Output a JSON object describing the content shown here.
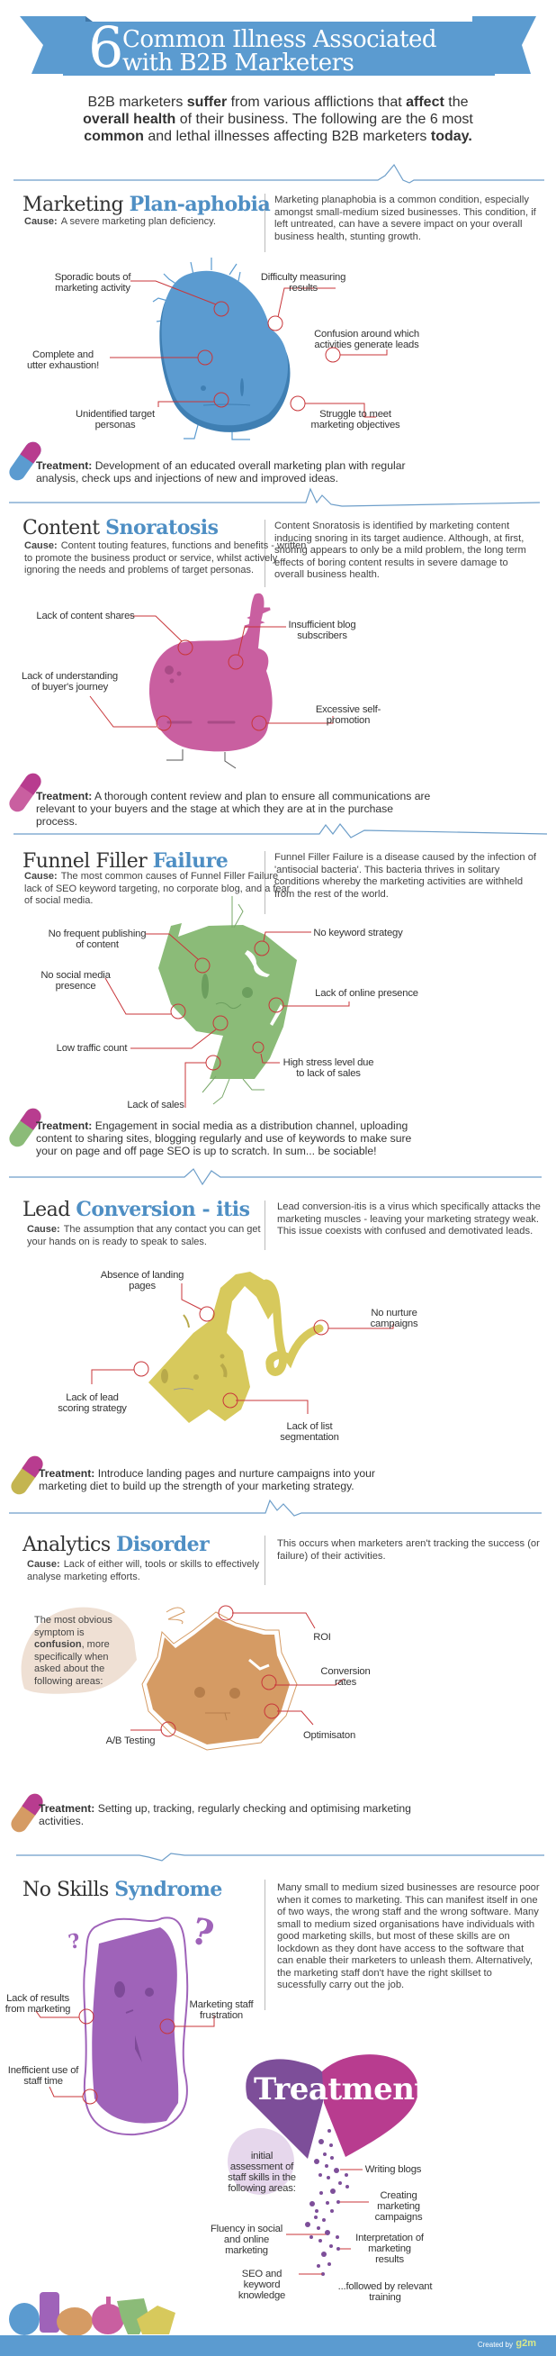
{
  "header": {
    "title_number": "6",
    "title_line1": "Common Illness Associated",
    "title_line2": "with B2B Marketers"
  },
  "intro": {
    "segments": [
      "B2B marketers ",
      "suffer",
      " from various afflictions that ",
      "affect",
      " the ",
      "overall health",
      " of their business. The following are the 6 most ",
      "common",
      " and lethal illnesses affecting B2B marketers ",
      "today."
    ]
  },
  "sections": [
    {
      "title_plain": "Marketing ",
      "title_accent": "Plan-aphobia",
      "cause_label": "Cause:",
      "cause_text": "A severe marketing plan deficiency.",
      "description": "Marketing planaphobia is a common condition, especially amongst small-medium sized businesses. This condition, if left untreated, can have a severe impact on your overall business health, stunting growth.",
      "symptoms": [
        "Sporadic bouts of marketing activity",
        "Difficulty measuring results",
        "Confusion around which activities generate leads",
        "Complete and utter exhaustion!",
        "Unidentified target personas",
        "Struggle to meet marketing objectives"
      ],
      "treatment_label": "Treatment:",
      "treatment_text": "Development of an educated overall marketing plan with regular analysis, check ups and injections of new and improved ideas.",
      "color": "#5b9bd0"
    },
    {
      "title_plain": "Content ",
      "title_accent": "Snoratosis",
      "cause_label": "Cause:",
      "cause_text": "Content touting features, functions and benefits - written to promote the business product or service, whilst actively ignoring the needs and problems of target personas.",
      "description": "Content Snoratosis is identified by marketing content inducing snoring in its target audience. Although, at first, snoring appears to only be a mild problem, the long term effects of boring content results in severe damage to overall business health.",
      "symptoms": [
        "Lack of content shares",
        "Insufficient blog subscribers",
        "Lack of understanding of buyer's journey",
        "Excessive self-promotion"
      ],
      "treatment_label": "Treatment:",
      "treatment_text": "A thorough content review and plan to ensure all communications are relevant to your buyers and the stage at which they are at in the purchase process.",
      "color": "#c95fa0"
    },
    {
      "title_plain": "Funnel Filler ",
      "title_accent": "Failure",
      "cause_label": "Cause:",
      "cause_text": "The most common causes of Funnel Filler Failure lack of SEO keyword targeting, no corporate blog, and a fear of social media.",
      "description": "Funnel Filler Failure is a disease caused by the infection of 'antisocial bacteria'. This bacteria thrives in solitary conditions whereby the marketing activities are withheld from the rest of the world.",
      "symptoms": [
        "No frequent publishing of content",
        "No keyword strategy",
        "No social media presence",
        "Lack of online presence",
        "Low traffic count",
        "High stress level due to lack of sales",
        "Lack of sales"
      ],
      "treatment_label": "Treatment:",
      "treatment_text": "Engagement in social media as a distribution channel, uploading content to sharing sites, blogging regularly and use of keywords to make sure your on page and off page SEO is up to scratch. In sum... be sociable!",
      "color": "#8bbb78"
    },
    {
      "title_plain": "Lead ",
      "title_accent": "Conversion - itis",
      "cause_label": "Cause:",
      "cause_text": "The assumption that any contact you can get your hands on is ready to speak to sales.",
      "description": "Lead conversion-itis is a virus which specifically attacks the marketing muscles - leaving your marketing strategy weak. This issue coexists with confused and demotivated leads.",
      "symptoms": [
        "Absence of landing pages",
        "No nurture campaigns",
        "Lack of lead scoring strategy",
        "Lack of list segmentation"
      ],
      "treatment_label": "Treatment:",
      "treatment_text": "Introduce landing pages and nurture campaigns into your marketing diet to build up the strength of your marketing strategy.",
      "color": "#d7c95c"
    },
    {
      "title_plain": "Analytics ",
      "title_accent": "Disorder",
      "cause_label": "Cause:",
      "cause_text": "Lack of either will, tools or skills to effectively analyse marketing efforts.",
      "description": "This occurs when marketers aren't tracking the success (or failure) of their activities.",
      "bubble_segments": [
        "The most obvious symptom is ",
        "confusion",
        ", more specifically when asked about the following areas:"
      ],
      "symptoms": [
        "ROI",
        "Conversion rates",
        "Optimisaton",
        "A/B Testing"
      ],
      "treatment_label": "Treatment:",
      "treatment_text": "Setting up, tracking, regularly checking and optimising marketing activities.",
      "color": "#d59b64"
    },
    {
      "title_plain": "No Skills ",
      "title_accent": "Syndrome",
      "description": "Many small to medium sized businesses are resource poor when it comes to marketing. This can manifest itself in one of two ways, the wrong staff and the wrong software. Many small to medium sized organisations have individuals with good marketing skills, but most of these skills are on lockdown as they dont have access to the software that can enable their marketers to unleash them. Alternatively, the marketing staff don't have the right skillset to sucessfully carry out the job.",
      "symptoms": [
        "Lack of results from marketing",
        "Marketing staff frustration",
        "Inefficient use of staff time"
      ],
      "treatment": {
        "title": "Treatment",
        "intro": "initial assessment of staff skills in the following areas:",
        "areas": [
          "Writing blogs",
          "Creating marketing campaigns",
          "Fluency in social and online marketing",
          "Interpretation of marketing results",
          "SEO and keyword knowledge"
        ],
        "closing": "...followed by relevant training"
      },
      "color": "#9f63b9"
    }
  ],
  "footer": {
    "created_by": "Created by",
    "logo_text": "g2m"
  },
  "colors": {
    "banner": "#5b9bd0",
    "accent": "#4f8fc4",
    "callout": "#c8363a",
    "pill_top": "#b83c8f"
  }
}
